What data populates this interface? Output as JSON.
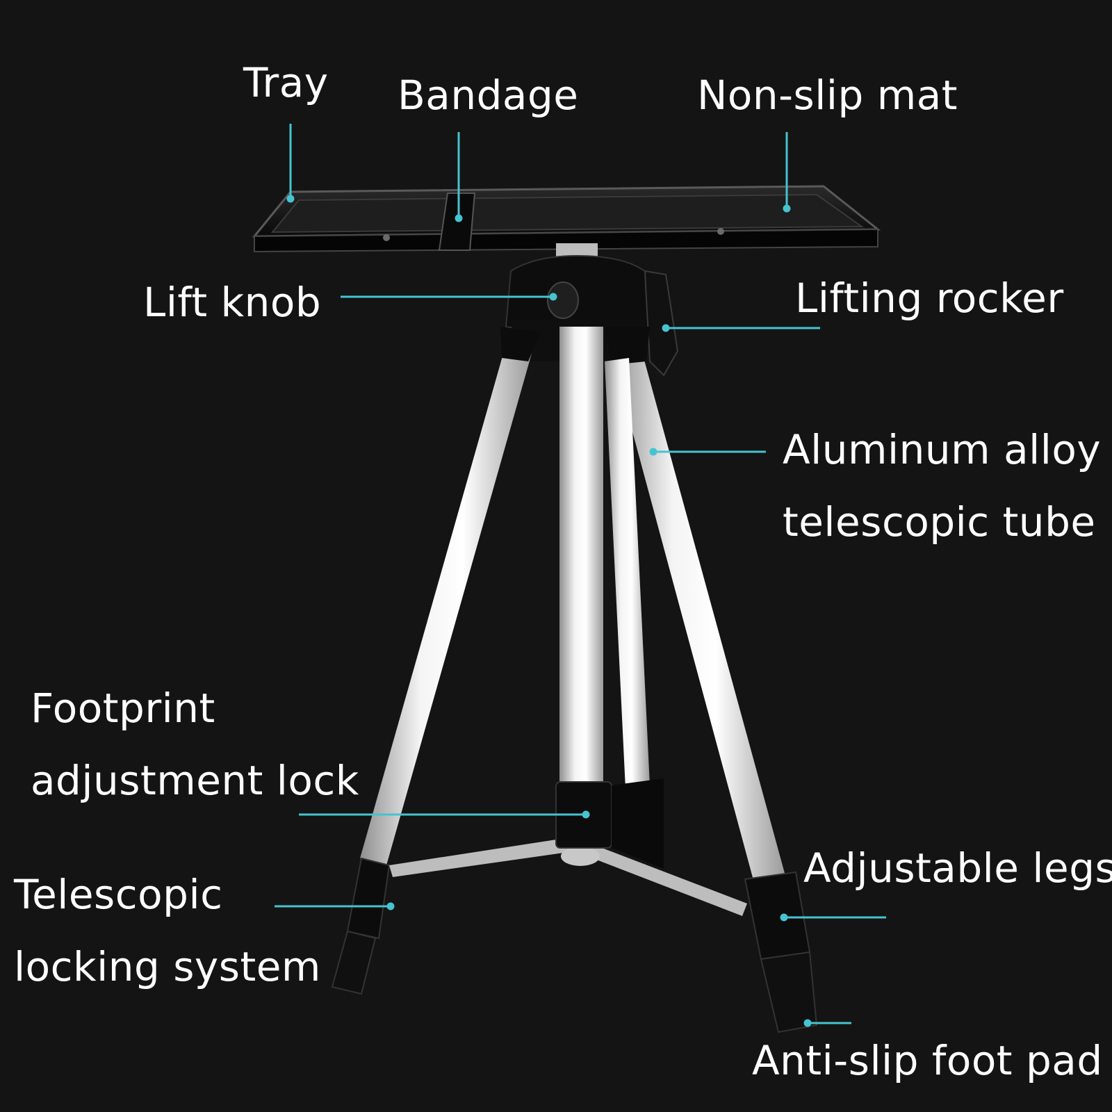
{
  "labels": {
    "tray": "Tray",
    "bandage": "Bandage",
    "non_slip_mat": "Non-slip mat",
    "lift_knob": "Lift knob",
    "lifting_rocker": "Lifting rocker",
    "aluminum_tube_line1": "Aluminum alloy",
    "aluminum_tube_line2": "telescopic tube",
    "footprint_lock_line1": "Footprint",
    "footprint_lock_line2": "adjustment lock",
    "telescopic_lock_line1": "Telescopic",
    "telescopic_lock_line2": "locking system",
    "adjustable_legs": "Adjustable legs",
    "anti_slip_pad": "Anti-slip foot pad"
  },
  "colors": {
    "background": "#141414",
    "leader_line": "#46c3d0",
    "label_text": "#ffffff",
    "tube_silver": "#d9d9d9",
    "plastic_black": "#0c0c0c"
  }
}
